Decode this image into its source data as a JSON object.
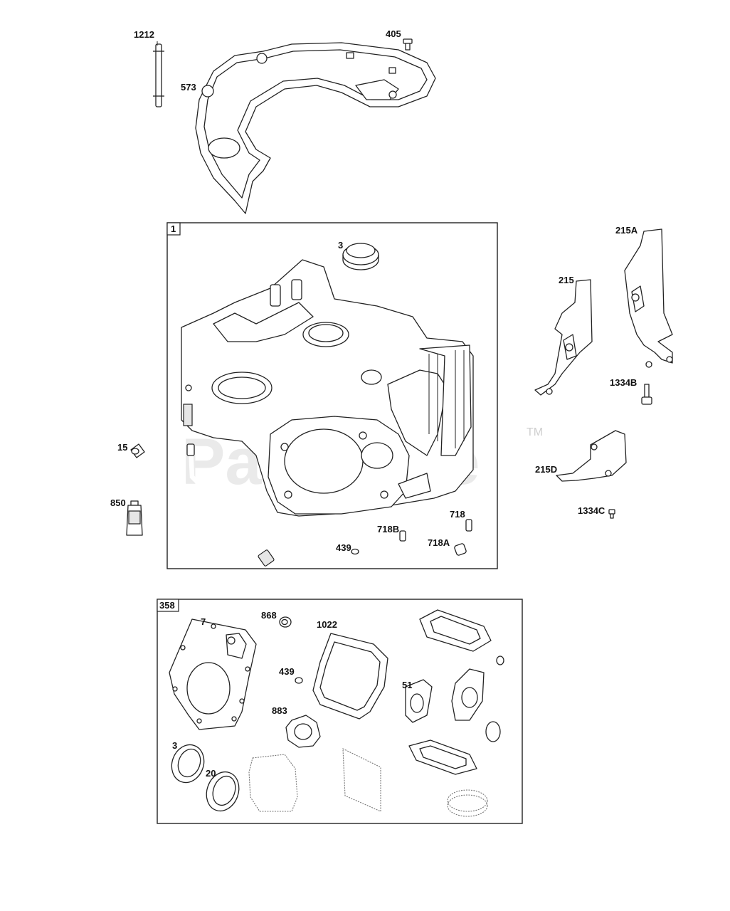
{
  "watermark": {
    "text": "PartsTree",
    "trademark": "TM"
  },
  "boxes": {
    "engine_block": "1",
    "gasket_set": "358"
  },
  "labels": {
    "p1212": "1212",
    "p405": "405",
    "p573": "573",
    "p215A": "215A",
    "p215": "215",
    "p1334B": "1334B",
    "p215D": "215D",
    "p1334C": "1334C",
    "p3_top": "3",
    "p15": "15",
    "p850": "850",
    "p718": "718",
    "p718B": "718B",
    "p718A": "718A",
    "p439_top": "439",
    "p7": "7",
    "p868": "868",
    "p1022": "1022",
    "p439_bot": "439",
    "p51": "51",
    "p883": "883",
    "p3_bot": "3",
    "p20": "20"
  }
}
